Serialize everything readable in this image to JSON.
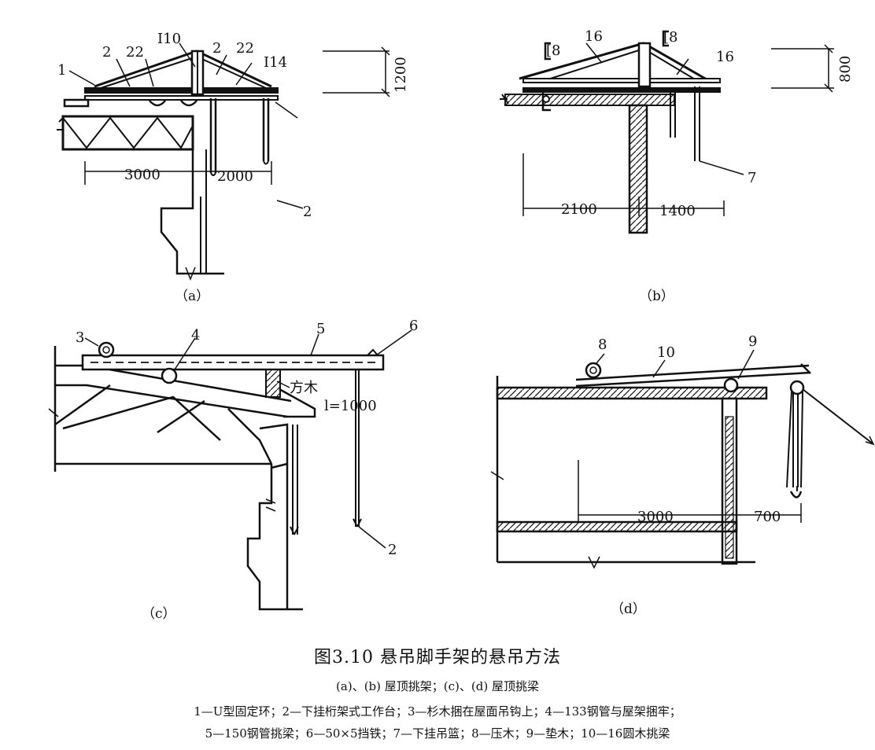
{
  "figure": {
    "panel_a": {
      "label": "（a）",
      "callouts": [
        "1",
        "2",
        "22",
        "I10",
        "2",
        "22",
        "I14",
        "2"
      ],
      "dims": [
        "3000",
        "2000",
        "1200"
      ]
    },
    "panel_b": {
      "label": "（b）",
      "callouts": [
        "[8",
        "16",
        "[8",
        "16",
        "7"
      ],
      "dims": [
        "2100",
        "1400",
        "800"
      ]
    },
    "panel_c": {
      "label": "（c）",
      "callouts": [
        "3",
        "4",
        "5",
        "6",
        "2"
      ],
      "notes": [
        "方木",
        "l=1000"
      ]
    },
    "panel_d": {
      "label": "（d）",
      "callouts": [
        "8",
        "10",
        "9"
      ],
      "dims": [
        "3000",
        "700"
      ]
    }
  },
  "caption": {
    "title": "图3.10 悬吊脚手架的悬吊方法",
    "subtitle": "(a)、(b) 屋顶挑架；(c)、(d) 屋顶挑梁",
    "legend_line1": "1—U型固定环；2—下挂桁架式工作台；3—杉木捆在屋面吊钩上；4—133钢管与屋架捆牢；",
    "legend_line2": "5—150钢管挑梁；6—50×5挡铁；7—下挂吊篮；8—压木；9—垫木；10—16圆木挑梁"
  }
}
